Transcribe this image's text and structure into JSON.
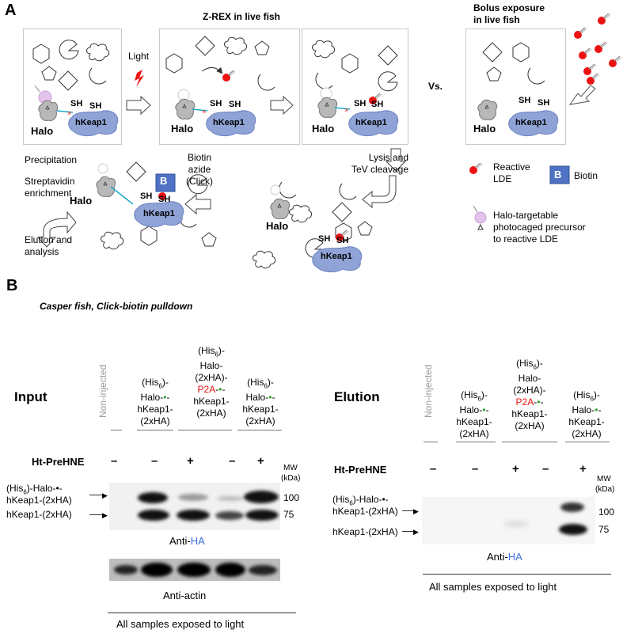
{
  "panelA": {
    "letter": "A",
    "title": "Z-REX in live fish",
    "bolus_title": "Bolus exposure\nin live fish",
    "light": "Light",
    "vs": "Vs.",
    "sh": "SH",
    "halo": "Halo",
    "hkeap1": "hKeap1",
    "lysis": "Lysis and\nTeV cleavage",
    "biotin_azide": "Biotin\nazide\n(Click)",
    "precipitation": "Precipitation",
    "strep": "Streptavidin\nenrichment",
    "elution": "Elution and\nanalysis",
    "b_letter": "B",
    "legend": {
      "reactive": "Reactive\nLDE",
      "biotin": "Biotin",
      "precursor": "Halo-targetable\nphotocaged precursor\nto reactive LDE"
    }
  },
  "panelB": {
    "letter": "B",
    "subtitle": "Casper fish, Click-biotin pulldown",
    "input": "Input",
    "elution": "Elution",
    "non_injected": "Non-injected",
    "col1": "(His6)-\nHalo-•-\nhKeap1-\n(2xHA)",
    "col2_top": "(His6)-\nHalo-\n(2xHA)-",
    "col2_red": "P2A",
    "col2_bot": "-•-\nhKeap1-\n(2xHA)",
    "his_pre": "(His",
    "his_sub": "6",
    "his_post": ")-",
    "halo_dash": "Halo-",
    "hkeap1_dash": "hKeap1-",
    "twoxha": "(2xHA)",
    "twoxha_dash": "(2xHA)-",
    "ht_prehne": "Ht-PreHNE",
    "minus": "–",
    "plus": "+",
    "mw": "MW",
    "kda": "(kDa)",
    "mw100": "100",
    "mw75": "75",
    "band_fusion_l1": "(His",
    "band_fusion_l1b": ")-Halo-•-",
    "band_fusion_l2": "hKeap1-(2xHA)",
    "band_keap": "hKeap1-(2xHA)",
    "anti": "Anti-",
    "ha": "HA",
    "anti_actin": "Anti-actin",
    "all_light": "All samples exposed to light"
  }
}
